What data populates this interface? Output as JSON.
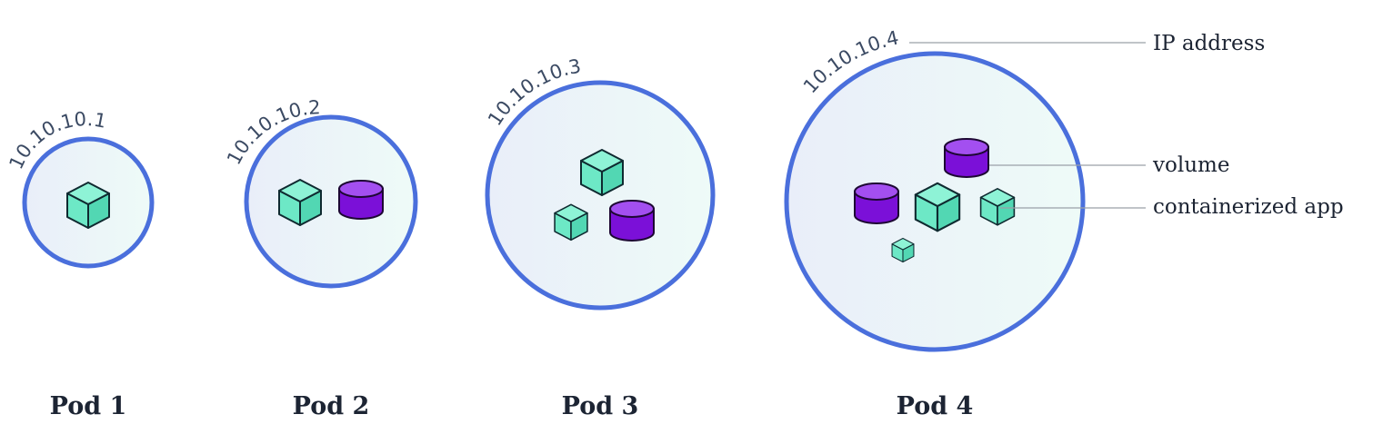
{
  "pods": [
    {
      "label": "Pod 1",
      "ip": "10.10.10.1",
      "containers": 1,
      "volumes": 0
    },
    {
      "label": "Pod 2",
      "ip": "10.10.10.2",
      "containers": 1,
      "volumes": 1
    },
    {
      "label": "Pod 3",
      "ip": "10.10.10.3",
      "containers": 2,
      "volumes": 1
    },
    {
      "label": "Pod 4",
      "ip": "10.10.10.4",
      "containers": 3,
      "volumes": 2
    }
  ],
  "legend": {
    "ip_address": "IP address",
    "volume": "volume",
    "containerized_app": "containerized app"
  },
  "colors": {
    "pod_stroke": "#4a6fdc",
    "container": "#6de8c6",
    "volume": "#7b10d8"
  },
  "icons": [
    "container-cube-icon",
    "volume-cylinder-icon"
  ]
}
